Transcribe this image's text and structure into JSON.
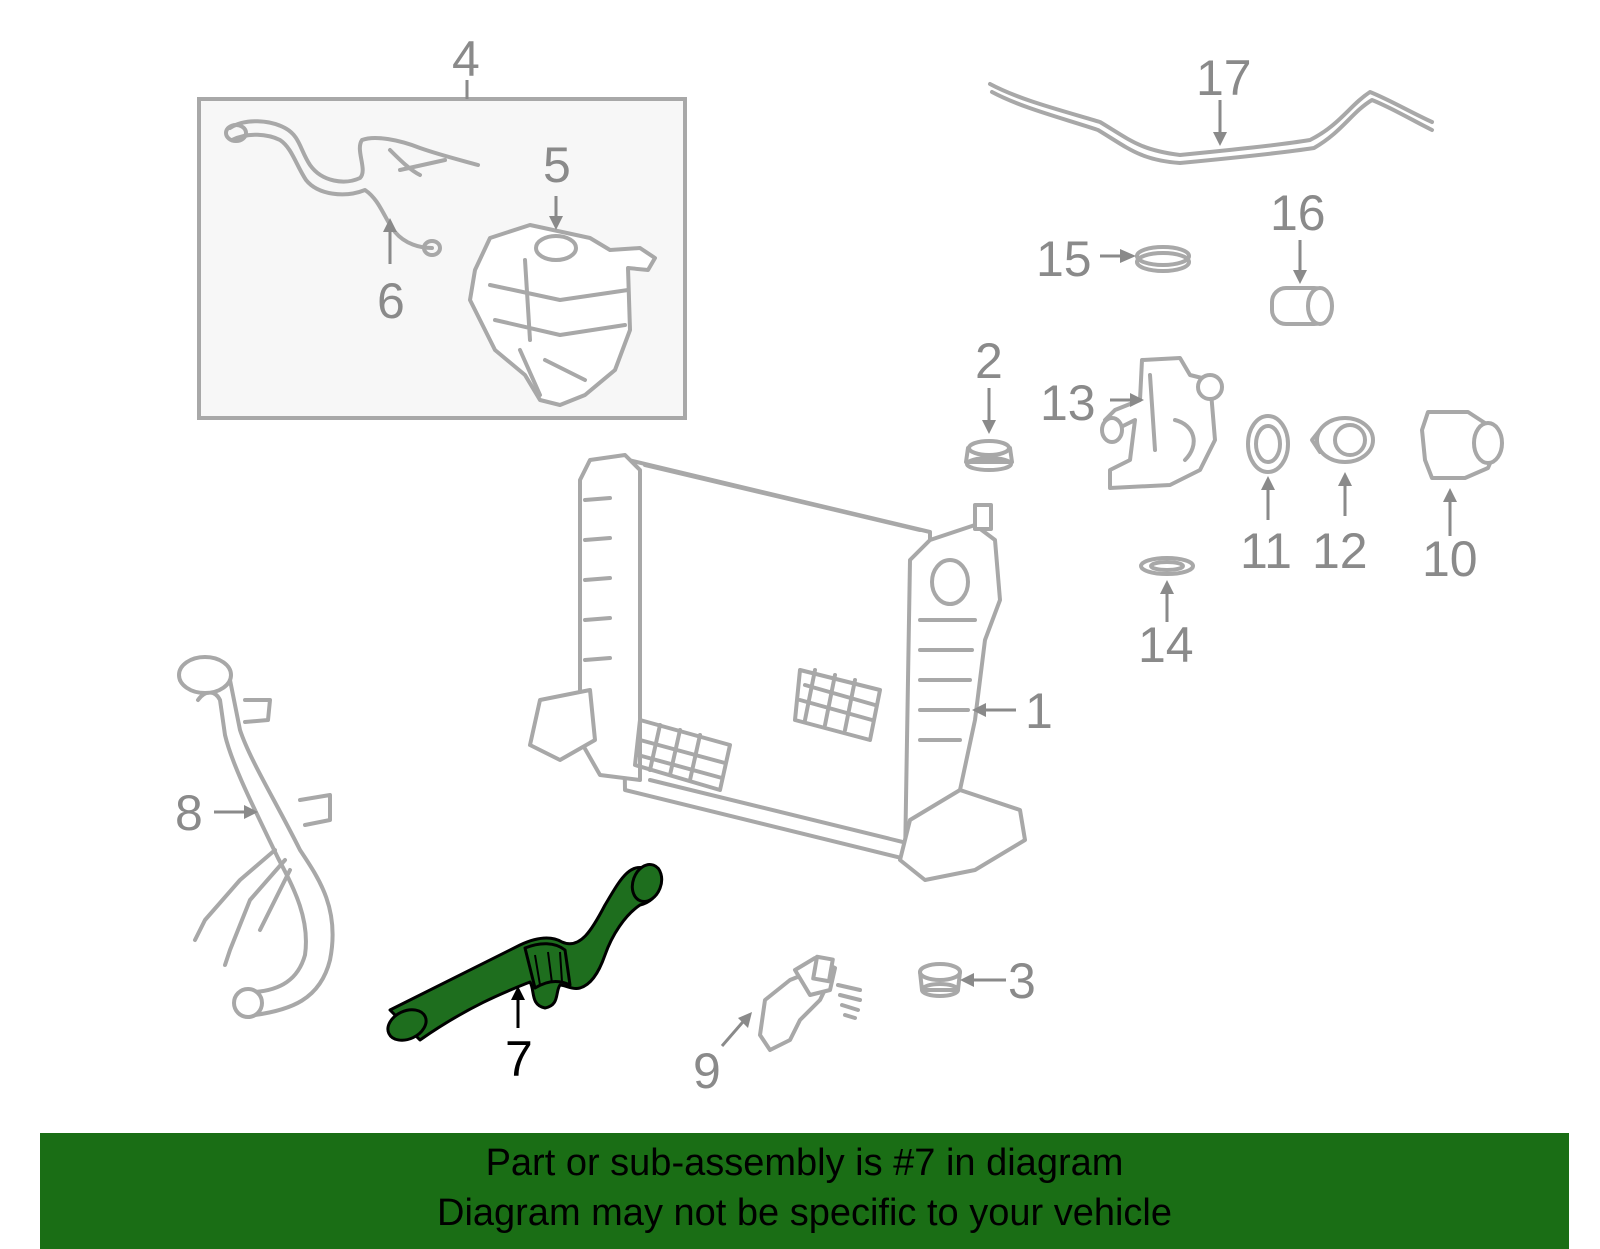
{
  "diagram": {
    "highlight_color": "#1e6e1e",
    "part_color": "#a8a8a8",
    "label_color": "#8a8a8a",
    "callouts": [
      {
        "key": "p1",
        "text": "1"
      },
      {
        "key": "p2",
        "text": "2"
      },
      {
        "key": "p3",
        "text": "3"
      },
      {
        "key": "p4",
        "text": "4"
      },
      {
        "key": "p5",
        "text": "5"
      },
      {
        "key": "p6",
        "text": "6"
      },
      {
        "key": "p7",
        "text": "7"
      },
      {
        "key": "p8",
        "text": "8"
      },
      {
        "key": "p9",
        "text": "9"
      },
      {
        "key": "p10",
        "text": "10"
      },
      {
        "key": "p11",
        "text": "11"
      },
      {
        "key": "p12",
        "text": "12"
      },
      {
        "key": "p13",
        "text": "13"
      },
      {
        "key": "p14",
        "text": "14"
      },
      {
        "key": "p15",
        "text": "15"
      },
      {
        "key": "p16",
        "text": "16"
      },
      {
        "key": "p17",
        "text": "17"
      }
    ],
    "highlighted_part": "7"
  },
  "banner": {
    "color": "#1a6e15",
    "line1": "Part or sub-assembly is #7 in diagram",
    "line2": "Diagram may not be specific to your vehicle"
  }
}
